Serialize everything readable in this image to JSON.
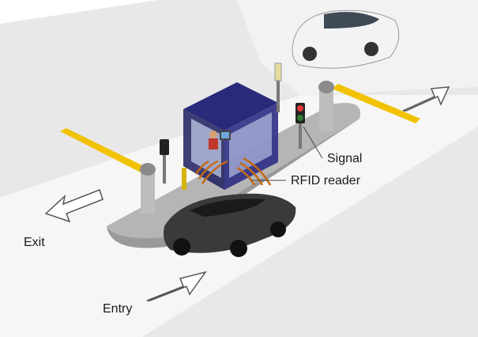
{
  "labels": {
    "signal": "Signal",
    "rfid_reader": "RFID reader",
    "exit": "Exit",
    "entry": "Entry"
  },
  "colors": {
    "background": "#ffffff",
    "road": "#e6e6e6",
    "lane": "#f7f7f7",
    "island": "#8f8f8f",
    "booth": "#2a2a7a",
    "barrier_arm": "#f2c200",
    "pillar": "#bdbdbd",
    "signal_red": "#e53935",
    "signal_green": "#2e7d32",
    "rfid_wave": "#c56a14",
    "car_white": "#f3f3f3",
    "car_dark": "#3a3a3a"
  },
  "icons": {
    "exit_arrow": "arrow-left-outline",
    "entry_arrow": "arrow-right-outline",
    "top_arrow": "arrow-up-right-outline",
    "booth_operator": "person-at-computer",
    "signal_light": "traffic-light"
  }
}
